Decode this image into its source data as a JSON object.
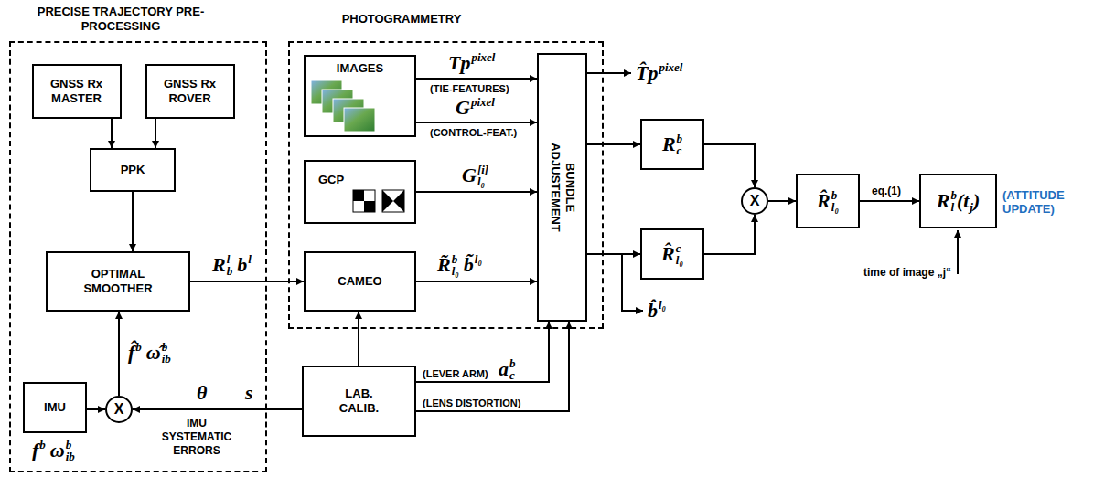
{
  "diagram": {
    "nodes": [
      {
        "text": [
          "PRECISE TRAJECTORY PRE-PROCESSING"
        ]
      },
      {
        "text": [
          "GNSS Rx MASTER"
        ],
        "in": 0
      },
      {
        "text": [
          "GNSS Rx ROVER"
        ],
        "in": 0
      },
      {
        "text": [
          "PPK"
        ],
        "in": 0
      },
      {
        "text": [
          "OPTIMAL SMOOTHER"
        ],
        "in": 0
      },
      {
        "text": [
          "IMU"
        ],
        "in": 0
      },
      {
        "text": [
          "PHOTOGRAMMETRY"
        ]
      },
      {
        "text": [
          "IMAGES"
        ],
        "in": 6
      },
      {
        "text": [
          "GCP"
        ],
        "in": 6
      },
      {
        "text": [
          "CAMEO"
        ],
        "in": 6
      },
      {
        "text": [
          "BUNDLE ADJUSTEMENT"
        ],
        "in": 6
      },
      {
        "text": [
          "LAB. CALIB."
        ]
      },
      {
        "text": [
          "R",
          "b",
          "c"
        ]
      },
      {
        "text": [
          "R̂",
          "c",
          "l₀"
        ]
      },
      {
        "text": [
          "X"
        ]
      },
      {
        "text": [
          "R̂",
          "b",
          "l₀"
        ]
      },
      {
        "text": [
          "R",
          "b",
          "l",
          "(t",
          "j",
          ")"
        ]
      },
      {
        "text": [
          "X"
        ],
        "in": 0
      }
    ],
    "edges": [
      {
        "from": 1,
        "to": 3,
        "arrow": "to"
      },
      {
        "from": 2,
        "to": 3,
        "arrow": "to"
      },
      {
        "from": 3,
        "to": 4,
        "arrow": "to"
      },
      {
        "from": 4,
        "to": 9,
        "arrow": "to"
      },
      {
        "from": 5,
        "to": 17,
        "arrow": "to"
      },
      {
        "from": 17,
        "to": 4,
        "arrow": "to"
      },
      {
        "from": 11,
        "to": 17,
        "arrow": "to"
      },
      {
        "from": 7,
        "to": 10,
        "arrow": "to",
        "label": "(TIE-FEATURES)"
      },
      {
        "from": 7,
        "to": 10,
        "arrow": "to",
        "label": "(CONTROL-FEAT.)"
      },
      {
        "from": 8,
        "to": 10,
        "arrow": "to"
      },
      {
        "from": 9,
        "to": 10,
        "arrow": "to"
      },
      {
        "from": 11,
        "to": 9,
        "arrow": "to"
      },
      {
        "from": 11,
        "to": 10,
        "arrow": "to",
        "label": "(LEVER ARM)"
      },
      {
        "from": 11,
        "to": 10,
        "arrow": "to",
        "label": "(LENS DISTORTION)"
      },
      {
        "from": 10,
        "to": 12,
        "arrow": "to"
      },
      {
        "from": 10,
        "to": 13,
        "arrow": "to"
      },
      {
        "from": 12,
        "to": 14,
        "arrow": "to"
      },
      {
        "from": 13,
        "to": 14,
        "arrow": "to"
      },
      {
        "from": 14,
        "to": 15,
        "arrow": "to"
      },
      {
        "from": 15,
        "to": 16,
        "arrow": "to",
        "label": "eq.(1)"
      }
    ],
    "labels": [
      "Tp",
      "pixel",
      "G",
      "pixel",
      "G",
      "[i]",
      "l₀",
      "R̃",
      "b",
      "l₀",
      "b̃",
      "l₀",
      "R",
      "l",
      "b",
      "b",
      "l",
      "f̂",
      "b",
      "ω̂",
      "b",
      "ib",
      "f",
      "b",
      "ω",
      "b",
      "ib",
      "θ",
      "s",
      "IMU SYSTEMATIC ERRORS",
      "a",
      "b",
      "c",
      "T̂p",
      "pixel",
      "b̂",
      "l₀",
      "(ATTITUDE UPDATE)",
      "time of image „j“"
    ]
  }
}
